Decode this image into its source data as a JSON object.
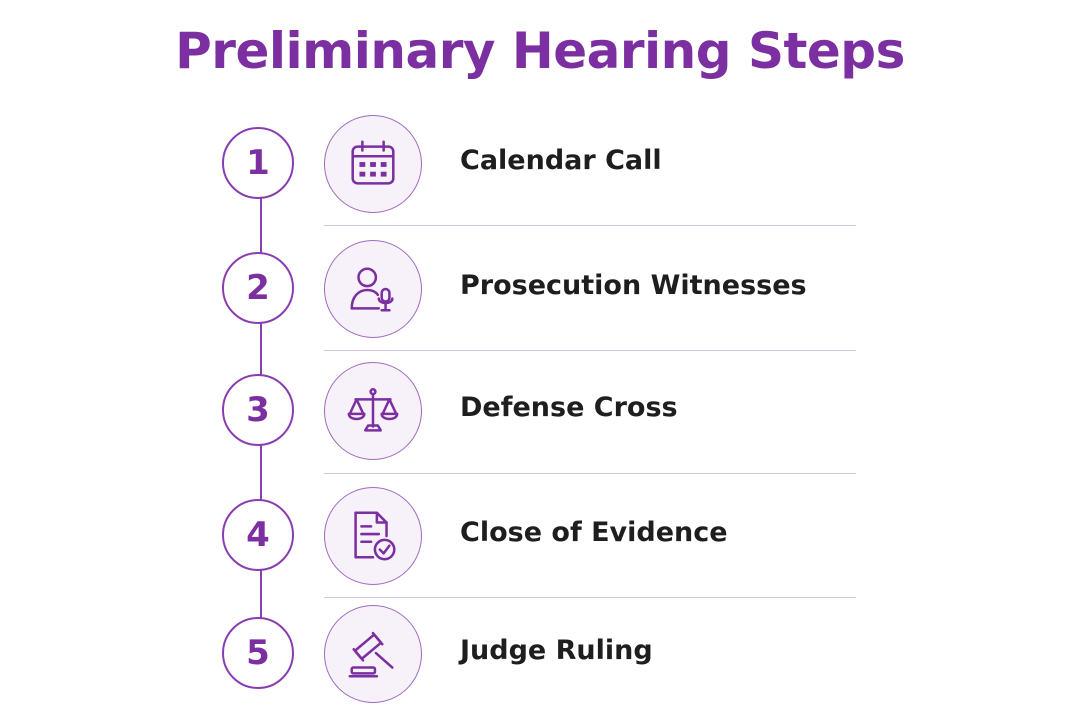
{
  "title": "Preliminary Hearing Steps",
  "colors": {
    "accent": "#7b2fa0",
    "line": "#8a3db0",
    "icon_bg": "#f7f1fa",
    "divider": "#d8c6e4",
    "text": "#1e1e1e"
  },
  "steps": [
    {
      "number": "1",
      "label": "Calendar Call",
      "icon": "calendar-icon"
    },
    {
      "number": "2",
      "label": "Prosecution Witnesses",
      "icon": "witness-microphone-icon"
    },
    {
      "number": "3",
      "label": "Defense Cross",
      "icon": "scales-of-justice-icon"
    },
    {
      "number": "4",
      "label": "Close of Evidence",
      "icon": "document-check-icon"
    },
    {
      "number": "5",
      "label": "Judge Ruling",
      "icon": "gavel-icon"
    }
  ]
}
